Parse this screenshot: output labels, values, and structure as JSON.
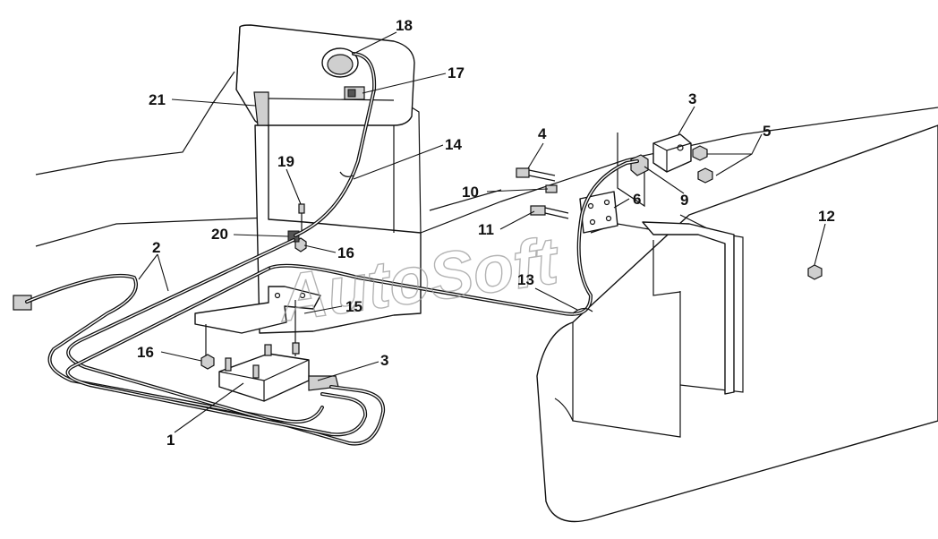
{
  "watermark": "AutoSoft",
  "callouts": {
    "c1": "1",
    "c2": "2",
    "c3a": "3",
    "c3b": "3",
    "c4": "4",
    "c5": "5",
    "c6": "6",
    "c9": "9",
    "c10": "10",
    "c11": "11",
    "c12": "12",
    "c13": "13",
    "c14": "14",
    "c15": "15",
    "c16a": "16",
    "c16b": "16",
    "c17": "17",
    "c18": "18",
    "c19": "19",
    "c20": "20",
    "c21": "21"
  }
}
